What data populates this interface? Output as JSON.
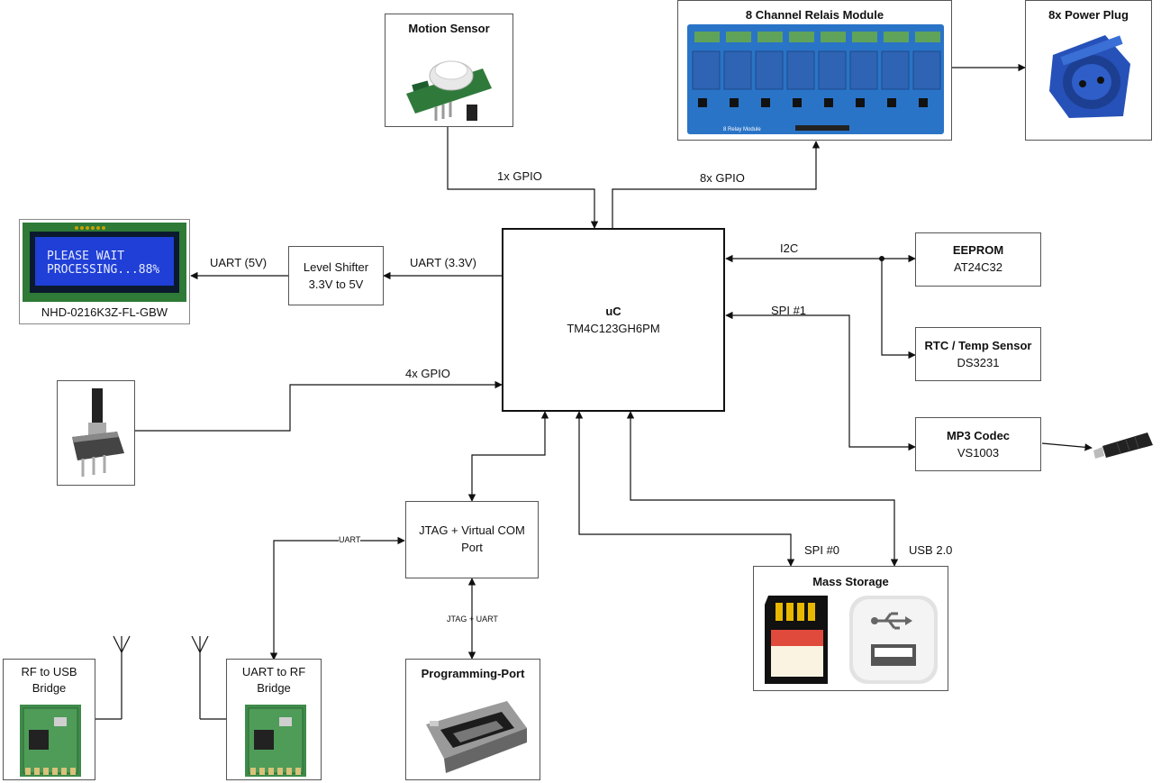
{
  "blocks": {
    "motion_sensor": {
      "title": "Motion Sensor"
    },
    "relay_module": {
      "title": "8 Channel Relais Module",
      "board_text": "8 Relay Module"
    },
    "power_plug": {
      "title": "8x Power Plug"
    },
    "lcd": {
      "line1": "PLEASE WAIT",
      "line2": "PROCESSING...88%",
      "caption": "NHD-0216K3Z-FL-GBW"
    },
    "level_shifter": {
      "line1": "Level  Shifter",
      "line2": "3.3V to 5V"
    },
    "uc": {
      "title": "uC",
      "part": "TM4C123GH6PM"
    },
    "eeprom": {
      "title": "EEPROM",
      "part": "AT24C32"
    },
    "rtc": {
      "title": "RTC / Temp Sensor",
      "part": "DS3231"
    },
    "mp3": {
      "title": "MP3 Codec",
      "part": "VS1003"
    },
    "jtag": {
      "line1": "JTAG + Virtual COM",
      "line2": "Port"
    },
    "programming_port": {
      "title": "Programming-Port"
    },
    "mass_storage": {
      "title": "Mass Storage"
    },
    "rf_usb": {
      "line1": "RF to USB",
      "line2": "Bridge"
    },
    "uart_rf": {
      "line1": "UART to RF",
      "line2": "Bridge"
    }
  },
  "connections": {
    "motion_gpio": "1x GPIO",
    "relay_gpio": "8x GPIO",
    "uart_5v": "UART (5V)",
    "uart_33v": "UART (3.3V)",
    "i2c": "I2C",
    "spi1": "SPI #1",
    "encoder_gpio": "4x GPIO",
    "spi0": "SPI #0",
    "usb2": "USB 2.0",
    "jtag_uart": "JTAG + UART",
    "uart_rf_link": "UART"
  },
  "colors": {
    "lcd_screen": "#1f3fd6",
    "pcb_blue": "#2a74c7",
    "pcb_green": "#3f8b4a",
    "plug_blue": "#2651b8"
  }
}
